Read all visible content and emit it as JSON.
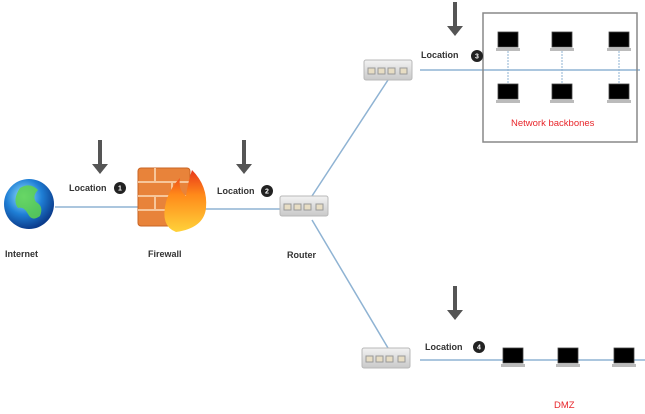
{
  "nodes": {
    "internet": {
      "label": "Internet"
    },
    "firewall": {
      "label": "Firewall"
    },
    "router": {
      "label": "Router"
    }
  },
  "locations": [
    {
      "label": "Location",
      "number": "1"
    },
    {
      "label": "Location",
      "number": "2"
    },
    {
      "label": "Location",
      "number": "3"
    },
    {
      "label": "Location",
      "number": "4"
    }
  ],
  "zones": {
    "backbone": {
      "label": "Network backbones",
      "computer_count": 6
    },
    "dmz": {
      "label": "DMZ",
      "computer_count": 3
    }
  },
  "colors": {
    "link": "#8fb3d3",
    "zone_label": "#e8262b",
    "arrow": "#555555",
    "badge": "#222222"
  }
}
